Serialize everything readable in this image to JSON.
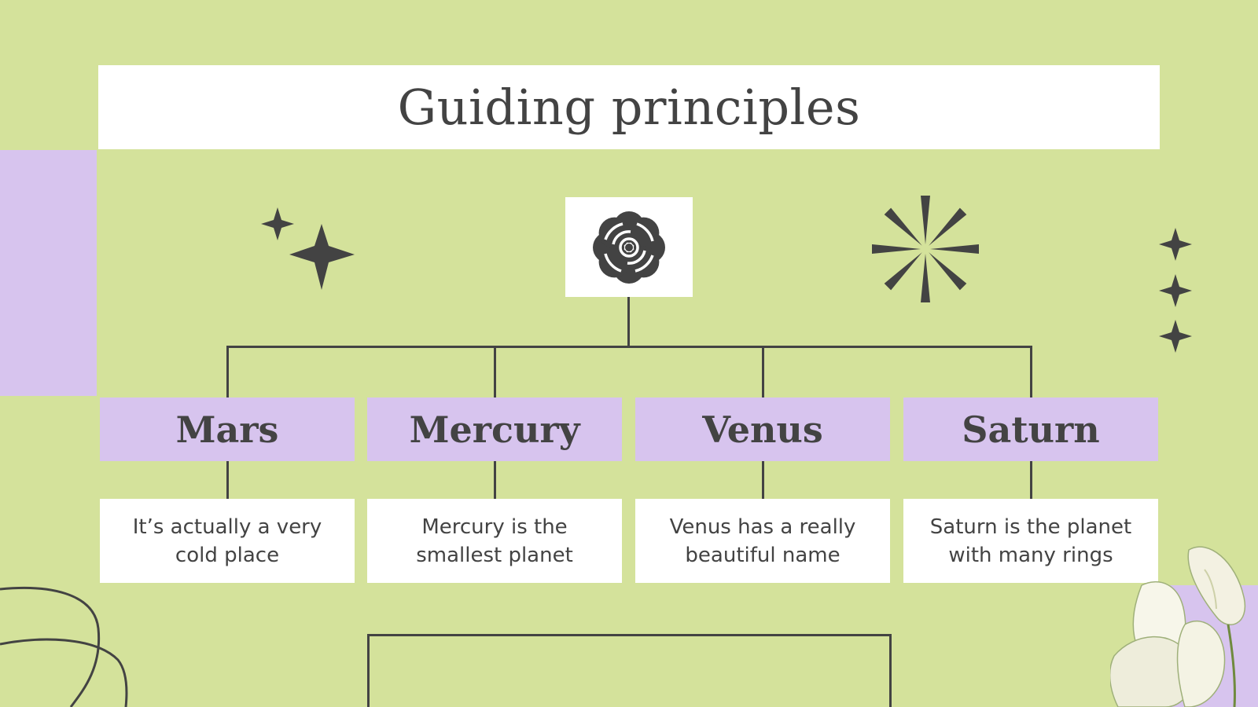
{
  "slide": {
    "title": "Guiding principles",
    "colors": {
      "background": "#d4e29b",
      "lavender": "#d7c4ee",
      "white": "#ffffff",
      "ink": "#434343"
    },
    "center_icon": "flower-rose-icon",
    "decorations": [
      "sparkle-stars-icon",
      "starburst-icon",
      "three-stars-icon",
      "scribble-curve",
      "white-flowers-image"
    ],
    "planets": [
      {
        "name": "Mars",
        "description": "It’s actually a very\ncold place"
      },
      {
        "name": "Mercury",
        "description": "Mercury is the\nsmallest planet"
      },
      {
        "name": "Venus",
        "description": "Venus has a really\nbeautiful name"
      },
      {
        "name": "Saturn",
        "description": "Saturn is the planet\nwith many rings"
      }
    ]
  }
}
